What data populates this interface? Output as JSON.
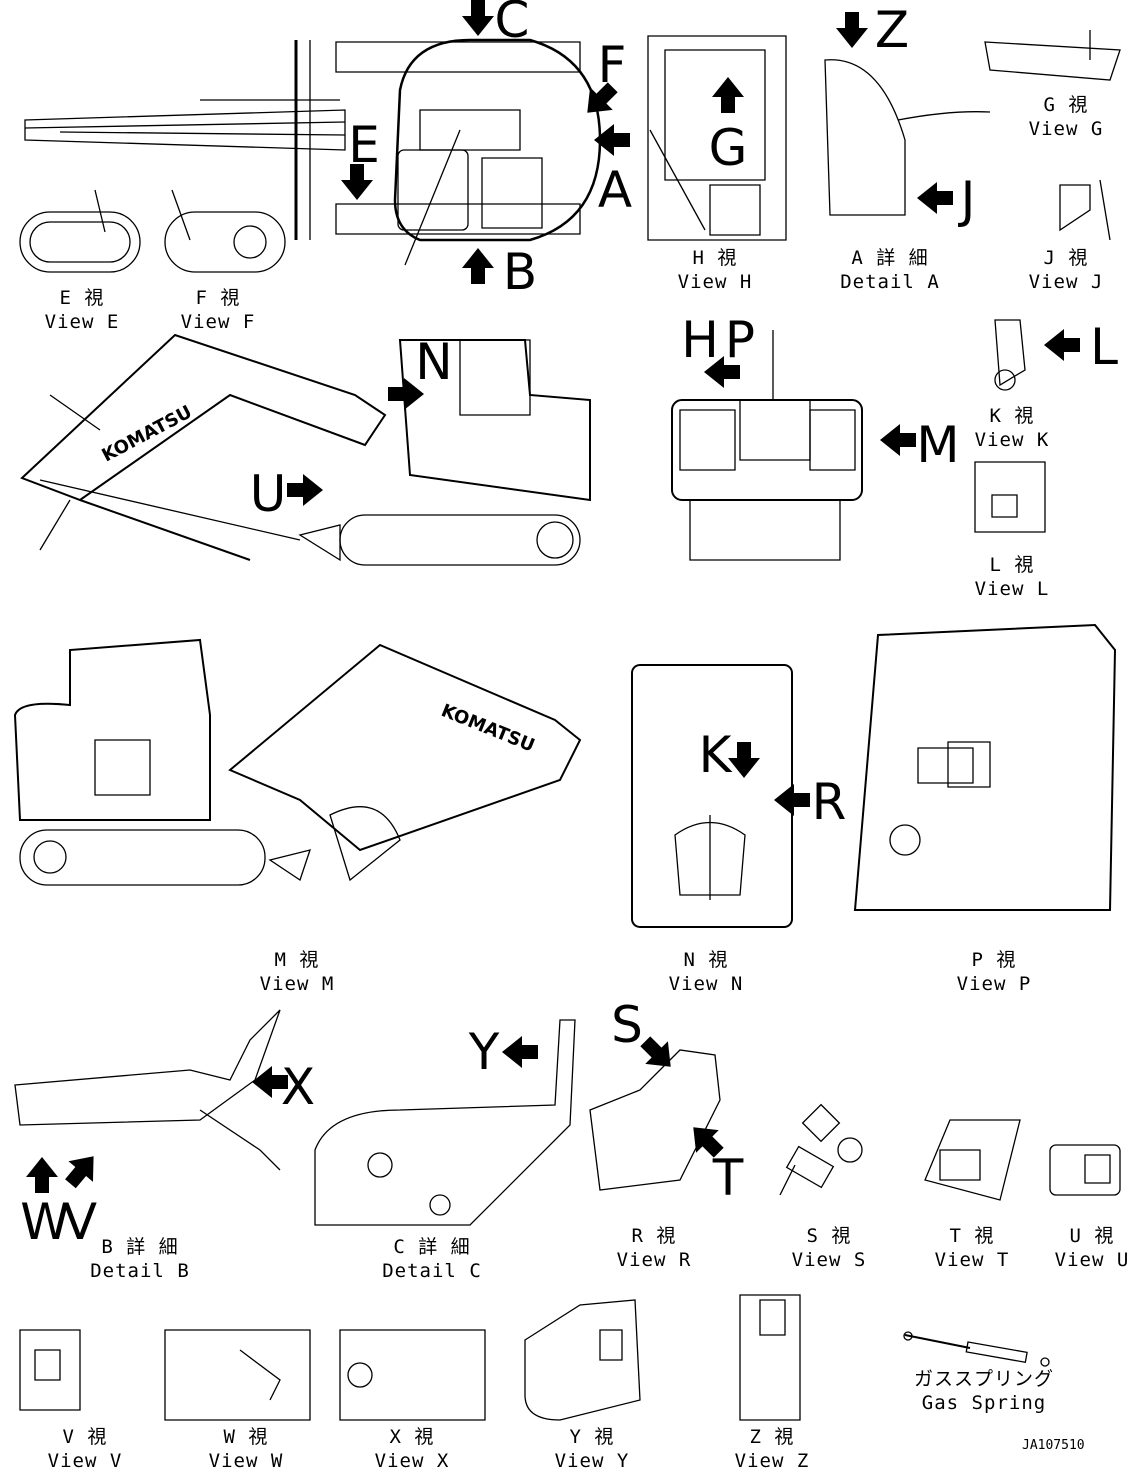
{
  "views": [
    {
      "id": "view-e",
      "jp": "E 視",
      "en": "View E"
    },
    {
      "id": "view-f",
      "jp": "F 視",
      "en": "View F"
    },
    {
      "id": "view-h",
      "jp": "H 視",
      "en": "View H"
    },
    {
      "id": "detail-a",
      "jp": "A 詳 細",
      "en": "Detail A"
    },
    {
      "id": "view-g",
      "jp": "G 視",
      "en": "View G"
    },
    {
      "id": "view-j",
      "jp": "J 視",
      "en": "View J"
    },
    {
      "id": "view-k",
      "jp": "K 視",
      "en": "View K"
    },
    {
      "id": "view-l",
      "jp": "L 視",
      "en": "View L"
    },
    {
      "id": "view-m",
      "jp": "M 視",
      "en": "View M"
    },
    {
      "id": "view-n",
      "jp": "N 視",
      "en": "View N"
    },
    {
      "id": "view-p",
      "jp": "P 視",
      "en": "View P"
    },
    {
      "id": "detail-b",
      "jp": "B 詳 細",
      "en": "Detail B"
    },
    {
      "id": "detail-c",
      "jp": "C 詳 細",
      "en": "Detail C"
    },
    {
      "id": "view-r",
      "jp": "R 視",
      "en": "View R"
    },
    {
      "id": "view-s",
      "jp": "S 視",
      "en": "View S"
    },
    {
      "id": "view-t",
      "jp": "T 視",
      "en": "View T"
    },
    {
      "id": "view-u",
      "jp": "U 視",
      "en": "View U"
    },
    {
      "id": "view-v",
      "jp": "V 視",
      "en": "View V"
    },
    {
      "id": "view-w",
      "jp": "W 視",
      "en": "View W"
    },
    {
      "id": "view-x",
      "jp": "X 視",
      "en": "View X"
    },
    {
      "id": "view-y",
      "jp": "Y 視",
      "en": "View Y"
    },
    {
      "id": "view-z",
      "jp": "Z 視",
      "en": "View Z"
    },
    {
      "id": "gas-spring",
      "jp": "ガススプリング",
      "en": "Gas Spring"
    }
  ],
  "arrow_letters": [
    "C",
    "F",
    "E",
    "A",
    "B",
    "G",
    "Z",
    "J",
    "N",
    "U",
    "H",
    "P",
    "L",
    "M",
    "K",
    "R",
    "X",
    "W",
    "V",
    "Y",
    "S",
    "T"
  ],
  "brand": "KOMATSU",
  "drawing_code": "JA107510"
}
